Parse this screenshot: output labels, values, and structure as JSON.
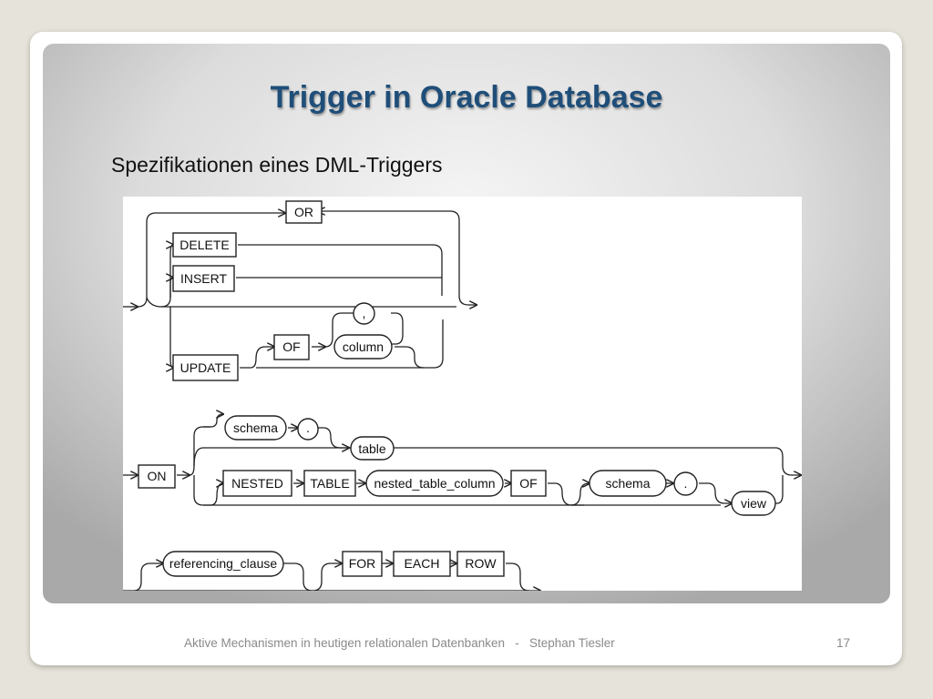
{
  "slide": {
    "title": "Trigger in Oracle Database",
    "subtitle": "Spezifikationen eines DML-Triggers",
    "footer": "Aktive Mechanismen in heutigen relationalen Datenbanken   -   Stephan Tiesler",
    "page_number": "17"
  },
  "diagram": {
    "keywords": {
      "or": "OR",
      "delete": "DELETE",
      "insert": "INSERT",
      "update": "UPDATE",
      "of": "OF",
      "on": "ON",
      "nested": "NESTED",
      "table_kw": "TABLE",
      "of2": "OF",
      "for": "FOR",
      "each": "EACH",
      "row": "ROW"
    },
    "nonterminals": {
      "column": "column",
      "schema": "schema",
      "table": "table",
      "nested_table_column": "nested_table_column",
      "schema2": "schema",
      "view": "view",
      "referencing_clause": "referencing_clause"
    },
    "symbols": {
      "comma": ",",
      "dot": ".",
      "dot2": "."
    }
  }
}
